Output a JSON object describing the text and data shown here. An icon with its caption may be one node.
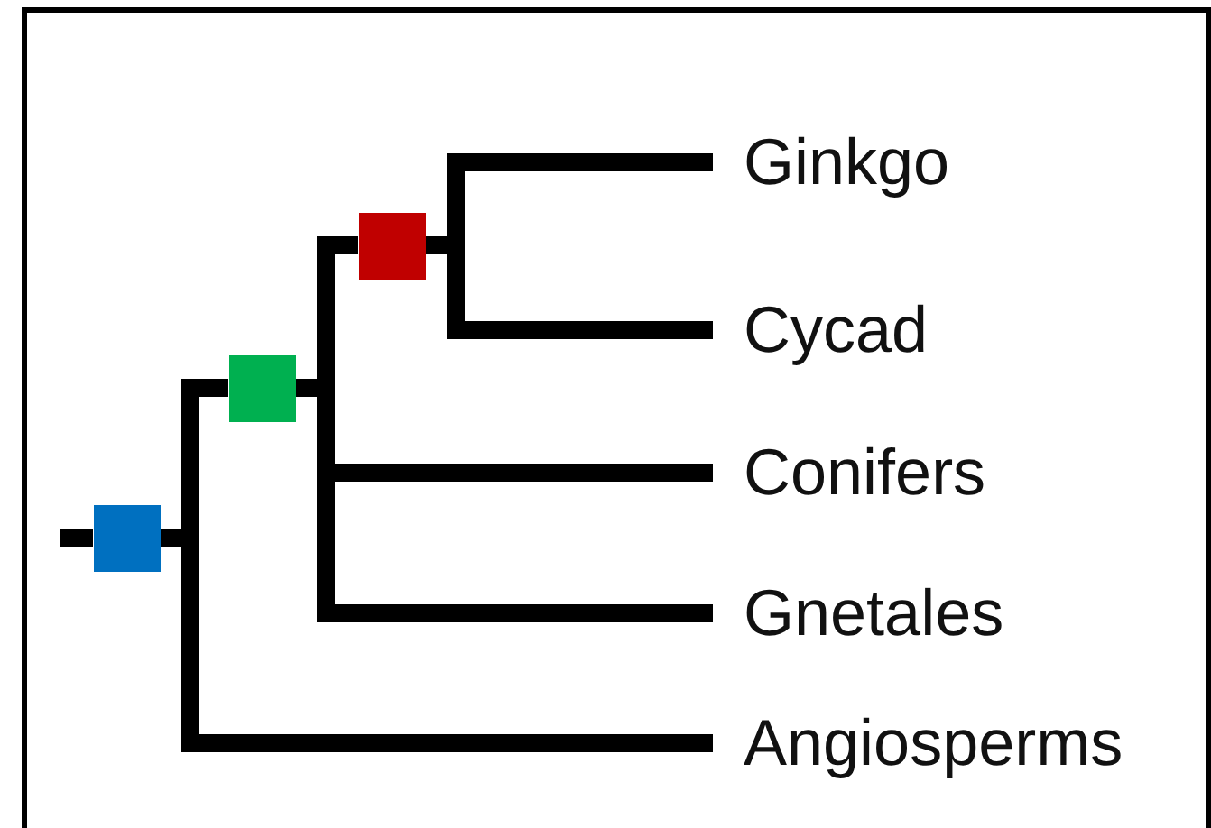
{
  "diagram": {
    "nodes": [
      {
        "text": [
          "Ginkgo"
        ]
      },
      {
        "text": [
          "Cycad"
        ]
      },
      {
        "text": [
          "Conifers"
        ]
      },
      {
        "text": [
          "Gnetales"
        ]
      },
      {
        "text": [
          "Angiosperms"
        ]
      },
      {
        "text": [],
        "shape": "box"
      },
      {
        "text": [],
        "shape": "box"
      },
      {
        "text": [],
        "shape": "box"
      }
    ],
    "edges": [
      {
        "from": null,
        "to": 7,
        "arrow": "none"
      },
      {
        "from": 7,
        "to": 6,
        "arrow": "none"
      },
      {
        "from": 7,
        "to": 4,
        "arrow": "none"
      },
      {
        "from": 6,
        "to": 5,
        "arrow": "none"
      },
      {
        "from": 6,
        "to": 2,
        "arrow": "none"
      },
      {
        "from": 6,
        "to": 3,
        "arrow": "none"
      },
      {
        "from": 5,
        "to": 0,
        "arrow": "none"
      },
      {
        "from": 5,
        "to": 1,
        "arrow": "none"
      }
    ]
  }
}
